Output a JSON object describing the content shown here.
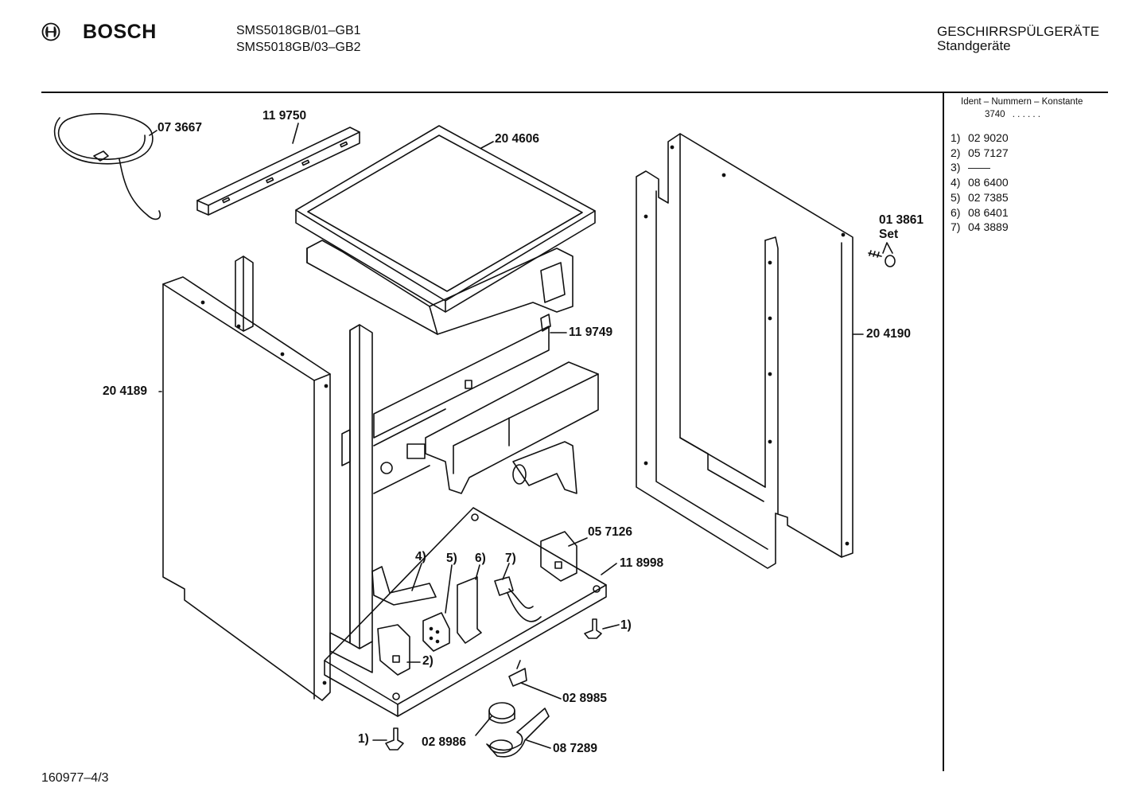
{
  "header": {
    "brand": "BOSCH",
    "models": [
      "SMS5018GB/01–GB1",
      "SMS5018GB/03–GB2"
    ],
    "category": "GESCHIRRSPÜLGERÄTE",
    "subcategory": "Standgeräte"
  },
  "sidebar": {
    "title": "Ident – Nummern – Konstante",
    "constant": "3740",
    "constant_dots": ". .   . . . .",
    "items": [
      {
        "idx": "1)",
        "value": "02 9020"
      },
      {
        "idx": "2)",
        "value": "05 7127"
      },
      {
        "idx": "3)",
        "value": "——"
      },
      {
        "idx": "4)",
        "value": "08 6400"
      },
      {
        "idx": "5)",
        "value": "02 7385"
      },
      {
        "idx": "6)",
        "value": "08 6401"
      },
      {
        "idx": "7)",
        "value": "04 3889"
      }
    ]
  },
  "parts": {
    "p073667": "07 3667",
    "p119750": "11 9750",
    "p204606": "20 4606",
    "p013861": "01 3861",
    "p013861_sub": "Set",
    "p119749": "11 9749",
    "p204190": "20 4190",
    "p204189": "20 4189",
    "p057126": "05 7126",
    "p118998": "11 8998",
    "c4": "4)",
    "c5": "5)",
    "c6": "6)",
    "c7": "7)",
    "c1a": "1)",
    "c2": "2)",
    "p028985": "02 8985",
    "c1b": "1)",
    "p028986": "02 8986",
    "p087289": "08 7289"
  },
  "footer": {
    "drawing_id": "160977–4/3"
  }
}
